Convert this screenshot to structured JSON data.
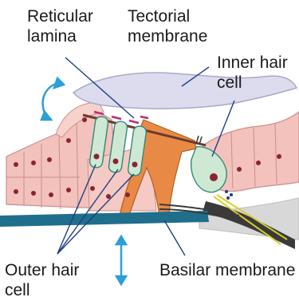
{
  "labels": {
    "reticular_lamina": [
      "Reticular",
      "lamina"
    ],
    "tectorial_membrane": [
      "Tectorial",
      "membrane"
    ],
    "inner_hair_cell": [
      "Inner hair",
      "cell"
    ],
    "outer_hair_cell": [
      "Outer hair",
      "cell"
    ],
    "basilar_membrane": [
      "Basilar membrane"
    ]
  },
  "colors": {
    "tectorial_fill": "#dcdcee",
    "tectorial_stroke": "#a9a9c9",
    "support_cells": "#f3c2bd",
    "support_cells_stroke": "#c98f8a",
    "nuclei": "#8c2330",
    "hair_cell_fill": "#cfe8d3",
    "hair_cell_stroke": "#2f8a78",
    "pillar_cells": "#e88a45",
    "basilar": "#1f6e8c",
    "bone": "#cfcfcf",
    "arrow": "#2aa0d8",
    "stereocilia_marks": "#c0287a",
    "pointer_line": "#1e3f86",
    "nerve_fibers": "#d8cf2a"
  }
}
